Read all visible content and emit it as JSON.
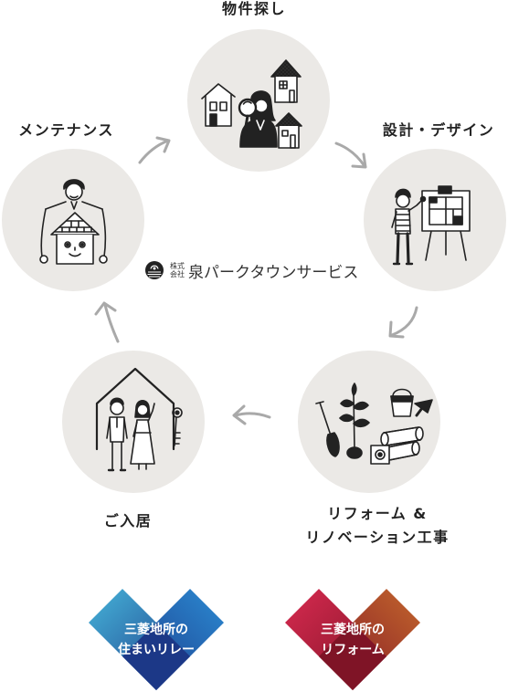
{
  "steps": [
    {
      "label": "物件探し",
      "illustration": "property-search-illustration"
    },
    {
      "label": "設計・デザイン",
      "illustration": "design-easel-illustration"
    },
    {
      "label_lines": [
        "リフォーム &",
        "リノベーション工事"
      ],
      "illustration": "renovation-tools-illustration"
    },
    {
      "label": "ご入居",
      "illustration": "move-in-couple-illustration"
    },
    {
      "label": "メンテナンス",
      "illustration": "maintenance-house-illustration"
    }
  ],
  "center_logo": {
    "emblem": "company-emblem-icon",
    "corp_type_lines": [
      "株式",
      "会社"
    ],
    "name": "泉パークタウンサービス"
  },
  "brand_logos": [
    {
      "lines": [
        "三菱地所の",
        "住まいリレー"
      ],
      "shape": "heart-icon",
      "colors": {
        "left_top": "#46b4d9",
        "right_top": "#2b8ad2",
        "bottom": "#1c3887"
      }
    },
    {
      "lines": [
        "三菱地所の",
        "リフォーム"
      ],
      "shape": "heart-icon",
      "colors": {
        "left_top": "#d72a50",
        "right_top": "#c3662c",
        "bottom": "#7f1426"
      }
    }
  ],
  "colors": {
    "circle_fill": "#ebe9e6",
    "ink": "#222222",
    "arrow": "#a9a9a9",
    "background": "#ffffff"
  }
}
